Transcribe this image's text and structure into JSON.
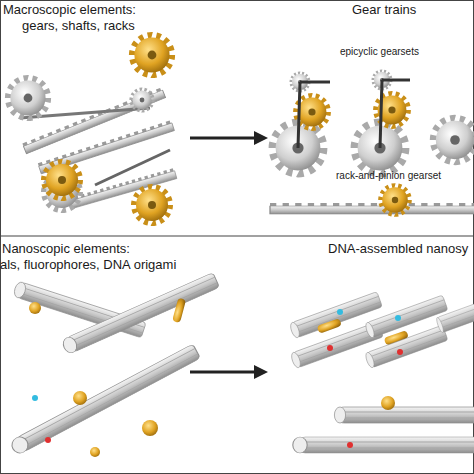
{
  "diagram": {
    "labels": [
      "Macroscopic elements:",
      "gears, shafts, racks",
      "Gear trains",
      "epicyclic gearsets",
      "rack-and-pinion gearset",
      "Nanoscopic elements:",
      "als, fluorophores, DNA origami",
      "DNA-assembled nanosy"
    ]
  }
}
